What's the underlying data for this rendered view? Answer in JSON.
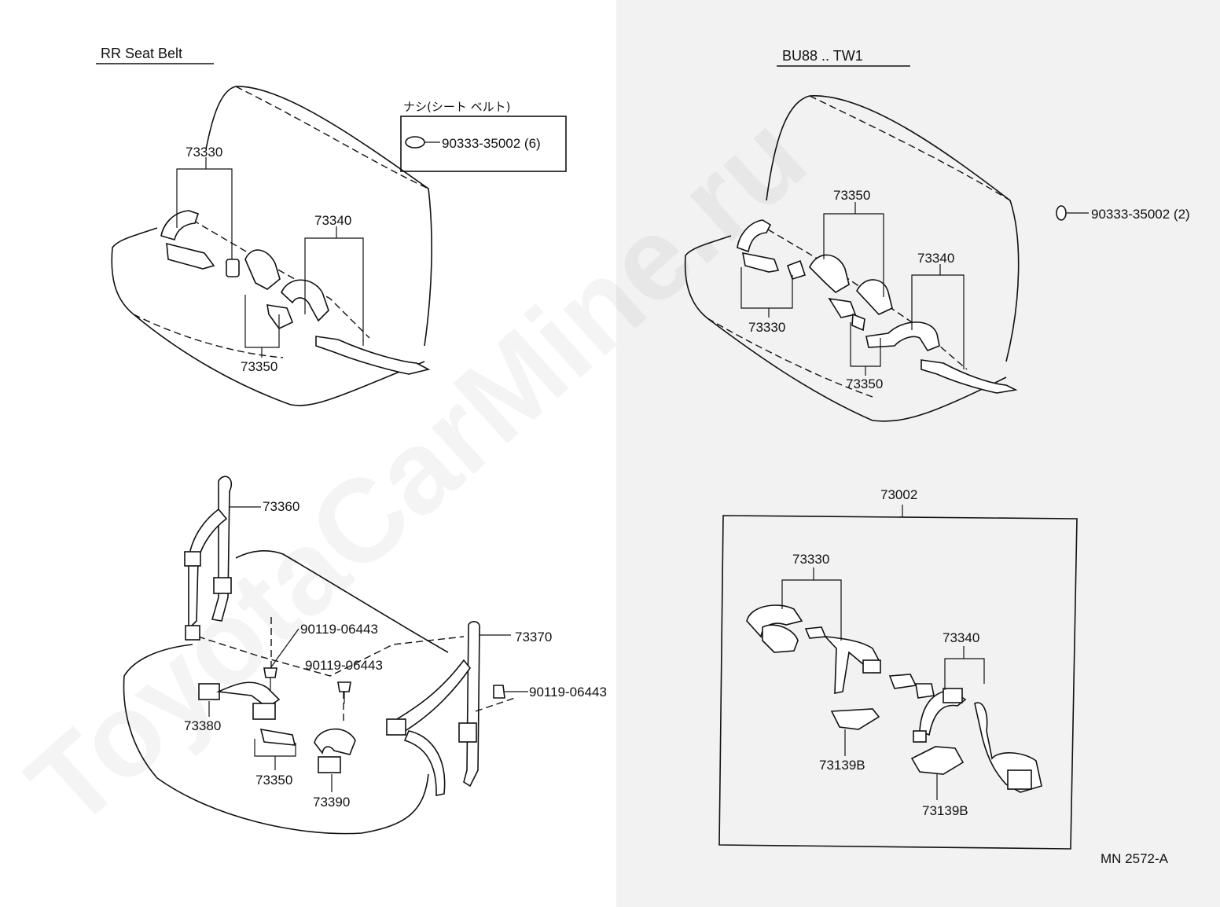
{
  "titles": {
    "left": "RR Seat Belt",
    "right": "BU88 .. TW1"
  },
  "watermark": "ToyotaCarMine.ru",
  "note_box": {
    "heading": "ナシ(シート ベルト)",
    "part": "90333-35002 (6)"
  },
  "top_left": {
    "p73330": "73330",
    "p73340": "73340",
    "p73350": "73350"
  },
  "top_right": {
    "p73350": "73350",
    "p73340": "73340",
    "p73330": "73330",
    "p73350b": "73350",
    "plug": "90333-35002 (2)"
  },
  "bottom_left": {
    "p73360": "73360",
    "bolt1": "90119-06443",
    "bolt2": "90119-06443",
    "p73370": "73370",
    "bolt3": "90119-06443",
    "p73380": "73380",
    "p73350": "73350",
    "p73390": "73390"
  },
  "bottom_right": {
    "p73002": "73002",
    "p73330": "73330",
    "p73340": "73340",
    "p73139b_1": "73139B",
    "p73139b_2": "73139B"
  },
  "code": "MN 2572-A"
}
